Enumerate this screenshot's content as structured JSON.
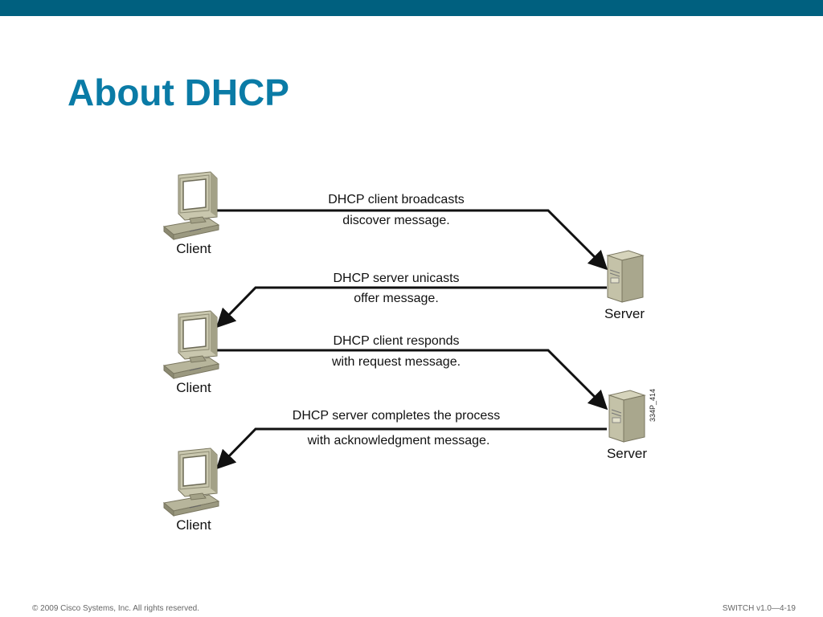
{
  "slide": {
    "title": "About DHCP",
    "footer_left": "© 2009 Cisco Systems, Inc. All rights reserved.",
    "footer_right": "SWITCH v1.0—4-19",
    "figure_id": "334P_414",
    "header_color": "#00607f",
    "title_color": "#0a7ba6"
  },
  "diagram": {
    "nodes": [
      {
        "id": "client1",
        "label": "Client",
        "icon": "desktop-computer-icon"
      },
      {
        "id": "server1",
        "label": "Server",
        "icon": "server-tower-icon"
      },
      {
        "id": "client2",
        "label": "Client",
        "icon": "desktop-computer-icon"
      },
      {
        "id": "server2",
        "label": "Server",
        "icon": "server-tower-icon"
      },
      {
        "id": "client3",
        "label": "Client",
        "icon": "desktop-computer-icon"
      }
    ],
    "messages": [
      {
        "from": "client1",
        "to": "server1",
        "line1": "DHCP client broadcasts",
        "line2": "discover message."
      },
      {
        "from": "server1",
        "to": "client2",
        "line1": "DHCP server unicasts",
        "line2": "offer message."
      },
      {
        "from": "client2",
        "to": "server2",
        "line1": "DHCP client responds",
        "line2": "with request message."
      },
      {
        "from": "server2",
        "to": "client3",
        "line1": "DHCP server completes the process",
        "line2": "with acknowledgment message."
      }
    ]
  }
}
